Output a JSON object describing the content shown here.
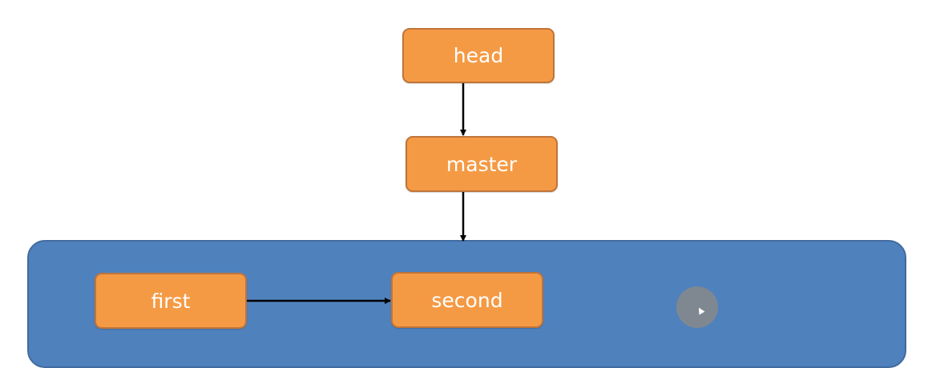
{
  "colors": {
    "node_fill": "#f59a44",
    "node_border": "#c0743a",
    "container_fill": "#4f81bd",
    "arrow": "#000000",
    "cursor_dot": "#7f8891"
  },
  "nodes": {
    "head": {
      "label": "head"
    },
    "master": {
      "label": "master"
    },
    "first": {
      "label": "first"
    },
    "second": {
      "label": "second"
    }
  }
}
